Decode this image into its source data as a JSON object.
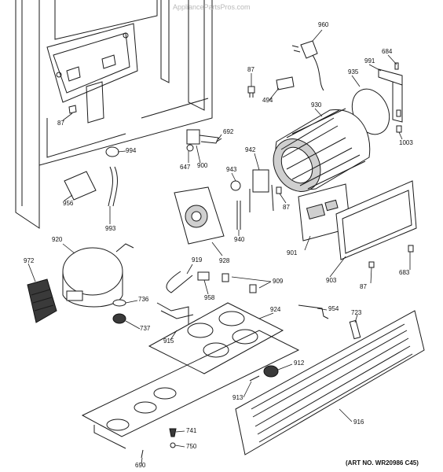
{
  "watermark": "AppliancePartsPros.com",
  "art_number": "(ART NO. WR20986 C45)",
  "callouts": [
    {
      "id": "c960",
      "text": "960"
    },
    {
      "id": "c684",
      "text": "684"
    },
    {
      "id": "c991",
      "text": "991"
    },
    {
      "id": "c935",
      "text": "935"
    },
    {
      "id": "c87a",
      "text": "87"
    },
    {
      "id": "c494",
      "text": "494"
    },
    {
      "id": "c930",
      "text": "930"
    },
    {
      "id": "c1003",
      "text": "1003"
    },
    {
      "id": "c87b",
      "text": "87"
    },
    {
      "id": "c994",
      "text": "994"
    },
    {
      "id": "c692",
      "text": "692"
    },
    {
      "id": "c647",
      "text": "647"
    },
    {
      "id": "c900",
      "text": "900"
    },
    {
      "id": "c942",
      "text": "942"
    },
    {
      "id": "c943",
      "text": "943"
    },
    {
      "id": "c87c",
      "text": "87"
    },
    {
      "id": "c956",
      "text": "956"
    },
    {
      "id": "c993",
      "text": "993"
    },
    {
      "id": "c940",
      "text": "940"
    },
    {
      "id": "c901",
      "text": "901"
    },
    {
      "id": "c920",
      "text": "920"
    },
    {
      "id": "c928",
      "text": "928"
    },
    {
      "id": "c683",
      "text": "683"
    },
    {
      "id": "c972",
      "text": "972"
    },
    {
      "id": "c919",
      "text": "919"
    },
    {
      "id": "c909",
      "text": "909"
    },
    {
      "id": "c903",
      "text": "903"
    },
    {
      "id": "c87d",
      "text": "87"
    },
    {
      "id": "c958",
      "text": "958"
    },
    {
      "id": "c736",
      "text": "736"
    },
    {
      "id": "c954",
      "text": "954"
    },
    {
      "id": "c924",
      "text": "924"
    },
    {
      "id": "c723",
      "text": "723"
    },
    {
      "id": "c737",
      "text": "737"
    },
    {
      "id": "c915",
      "text": "915"
    },
    {
      "id": "c912",
      "text": "912"
    },
    {
      "id": "c913",
      "text": "913"
    },
    {
      "id": "c916",
      "text": "916"
    },
    {
      "id": "c741",
      "text": "741"
    },
    {
      "id": "c750",
      "text": "750"
    },
    {
      "id": "c690",
      "text": "690"
    }
  ]
}
